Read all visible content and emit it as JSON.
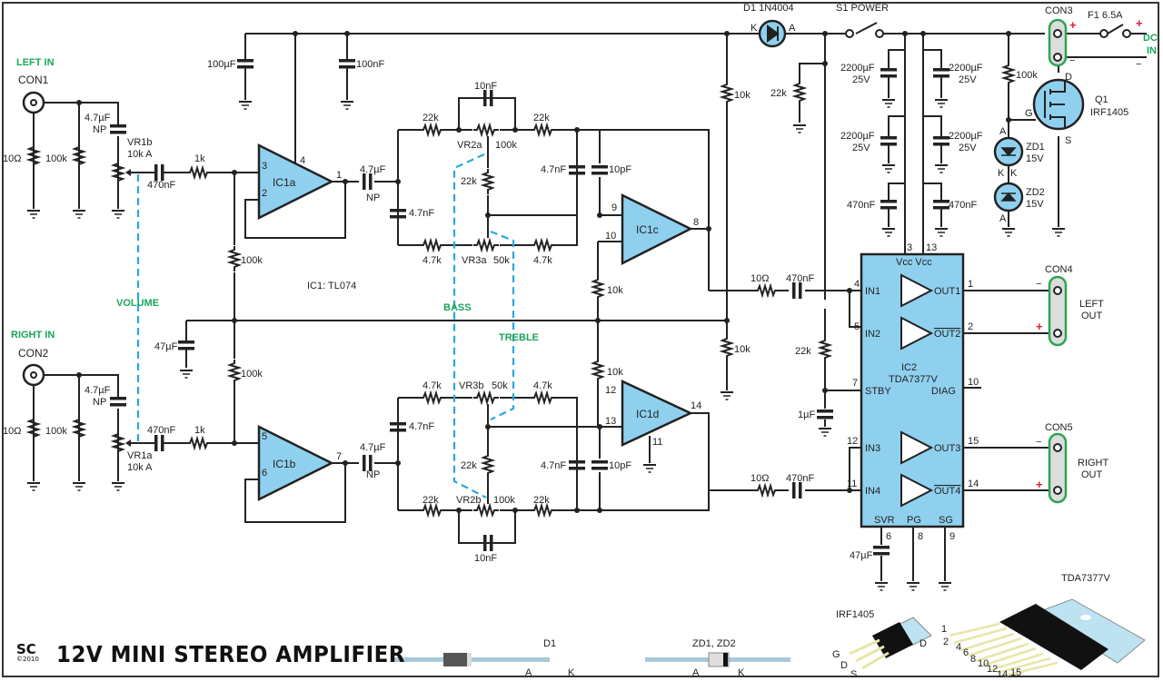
{
  "title": "12V MINI STEREO AMPLIFIER",
  "logo": {
    "brand": "SC",
    "year": "©2010"
  },
  "colors": {
    "chip_fill": "#8fd0ef",
    "wire": "#222222",
    "label_green": "#1aa55a",
    "polarity_red": "#e0202a",
    "gang_dash": "#29a8e0"
  },
  "inputs": {
    "left": {
      "name": "LEFT IN",
      "connector": "CON1"
    },
    "right": {
      "name": "RIGHT IN",
      "connector": "CON2"
    }
  },
  "controls": {
    "volume": "VOLUME",
    "bass": "BASS",
    "treble": "TREBLE"
  },
  "ic1_note": "IC1: TL074",
  "opamps": {
    "a": "IC1a",
    "b": "IC1b",
    "c": "IC1c",
    "d": "IC1d"
  },
  "pins": {
    "ic1a": {
      "plus": "3",
      "minus": "2",
      "out": "1",
      "vcc": "4"
    },
    "ic1b": {
      "plus": "5",
      "minus": "6",
      "out": "7"
    },
    "ic1c": {
      "minus": "9",
      "plus": "10",
      "out": "8"
    },
    "ic1d": {
      "plus": "12",
      "minus": "13",
      "out": "14",
      "gnd": "11"
    }
  },
  "components": {
    "r10ohm": "10Ω",
    "r100k": "100k",
    "r1k": "1k",
    "r22k": "22k",
    "r4k7": "4.7k",
    "r10k": "10k",
    "c4u7": "4.7µF",
    "np": "NP",
    "c470n": "470nF",
    "c4n7": "4.7nF",
    "c10n": "10nF",
    "c10p": "10pF",
    "c100u": "100µF",
    "c100n": "100nF",
    "c47u": "47µF",
    "c1u": "1µF",
    "c2200u": "2200µF",
    "v25": "25V",
    "vr1b": "VR1b",
    "vr1a": "VR1a",
    "vr1val": "10k A",
    "vr2a": "VR2a",
    "vr2b": "VR2b",
    "vr2val": "100k",
    "vr3a": "VR3a",
    "vr3b": "VR3b",
    "vr3val": "50k"
  },
  "power": {
    "d1": "D1 1N4004",
    "k": "K",
    "a": "A",
    "s1": "S1  POWER",
    "con3": "CON3",
    "fuse": "F1 6.5A",
    "dc_in": [
      "DC",
      "IN"
    ],
    "q1": "Q1",
    "q1_part": "IRF1405",
    "g": "G",
    "d": "D",
    "s": "S",
    "zd1": "ZD1",
    "zd2": "ZD2",
    "v15": "15V"
  },
  "ic2": {
    "name": "IC2",
    "part": "TDA7377V",
    "vcc": "Vcc  Vcc",
    "in1": "IN1",
    "in2": "IN2",
    "in3": "IN3",
    "in4": "IN4",
    "out1": "OUT1",
    "out2": "OUT2",
    "out3": "OUT3",
    "out4": "OUT4",
    "stby": "STBY",
    "diag": "DIAG",
    "svr": "SVR",
    "pg": "PG",
    "sg": "SG",
    "pinnums": {
      "p3": "3",
      "p13": "13",
      "p4": "4",
      "p5": "5",
      "p1": "1",
      "p2": "2",
      "p7": "7",
      "p10": "10",
      "p12": "12",
      "p11": "11",
      "p15": "15",
      "p14": "14",
      "p6": "6",
      "p8": "8",
      "p9": "9"
    }
  },
  "outputs": {
    "left": {
      "connector": "CON4",
      "name": [
        "LEFT",
        "OUT"
      ]
    },
    "right": {
      "connector": "CON5",
      "name": [
        "RIGHT",
        "OUT"
      ]
    }
  },
  "polarity": {
    "plus": "+",
    "minus": "−"
  },
  "packages": {
    "d1": {
      "label": "D1",
      "a": "A",
      "k": "K"
    },
    "zd": {
      "label": "ZD1, ZD2",
      "a": "A",
      "k": "K"
    },
    "irf": {
      "label": "IRF1405",
      "g": "G",
      "d": "D",
      "s": "S",
      "tab": "D"
    },
    "tda": {
      "label": "TDA7377V",
      "pins": [
        "1",
        "2",
        "4",
        "6",
        "8",
        "10",
        "12",
        "14",
        "15"
      ]
    }
  }
}
